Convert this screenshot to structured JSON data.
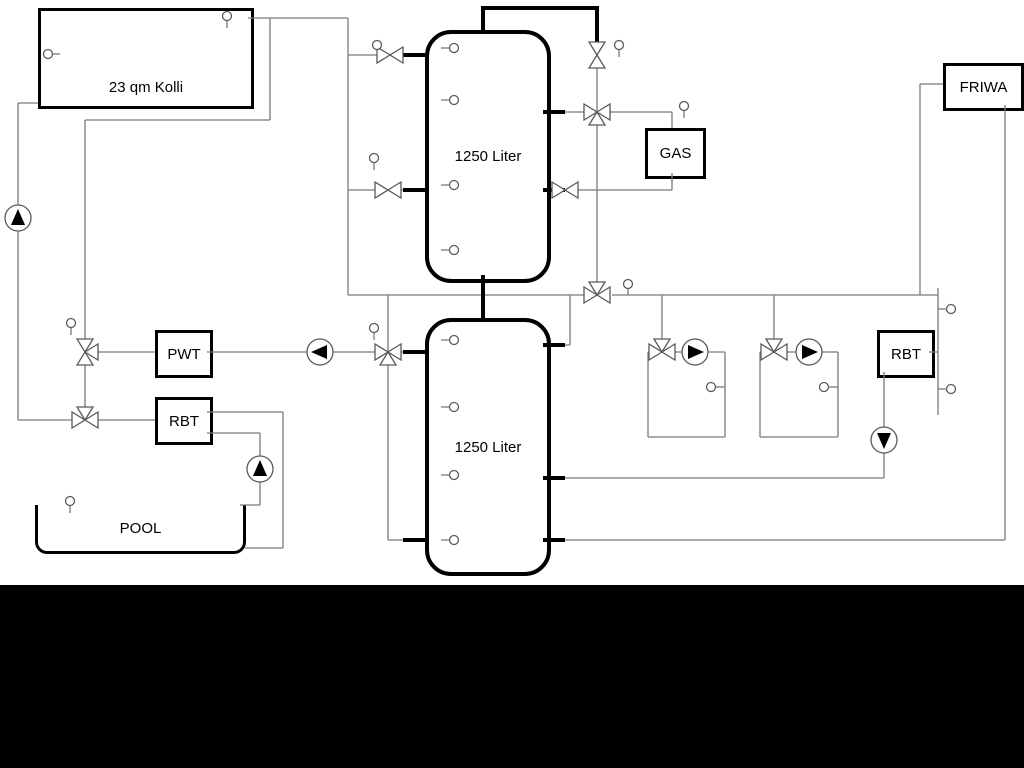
{
  "diagram": {
    "solar_collector": {
      "label": "23 qm Kolli"
    },
    "buffer_tank_upper": {
      "label": "1250 Liter"
    },
    "buffer_tank_lower": {
      "label": "1250 Liter"
    },
    "gas_boiler": {
      "label": "GAS"
    },
    "fresh_water_station": {
      "label": "FRIWA"
    },
    "heat_exchanger_pwt": {
      "label": "PWT"
    },
    "heat_exchanger_rbt_left": {
      "label": "RBT"
    },
    "heat_exchanger_rbt_right": {
      "label": "RBT"
    },
    "pool": {
      "label": "POOL"
    }
  },
  "colors": {
    "background": "#ffffff",
    "thin_line": "#7a7a7a",
    "pipe": "#000000",
    "bottom_bar": "#000000"
  }
}
